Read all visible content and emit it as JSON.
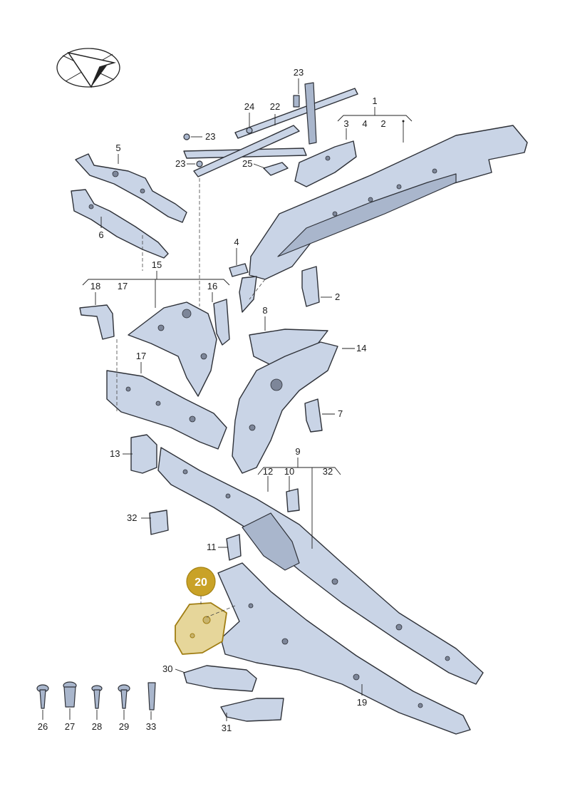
{
  "labels": {
    "l1": "1",
    "l2a": "2",
    "l2b": "2",
    "l3": "3",
    "l4a": "4",
    "l4b": "4",
    "l5": "5",
    "l6": "6",
    "l7": "7",
    "l8": "8",
    "l9": "9",
    "l10": "10",
    "l11": "11",
    "l12": "12",
    "l13": "13",
    "l14": "14",
    "l15": "15",
    "l16": "16",
    "l17a": "17",
    "l17b": "17",
    "l18": "18",
    "l19": "19",
    "l20": "20",
    "l22": "22",
    "l23a": "23",
    "l23b": "23",
    "l23c": "23",
    "l24": "24",
    "l25": "25",
    "l26": "26",
    "l27": "27",
    "l28": "28",
    "l29": "29",
    "l30": "30",
    "l31": "31",
    "l32a": "32",
    "l32b": "32",
    "l33": "33"
  },
  "selected_part": "20",
  "colors": {
    "part_fill": "#c9d4e6",
    "highlight_fill": "#e6d69a",
    "highlight_badge": "#c9a227"
  }
}
